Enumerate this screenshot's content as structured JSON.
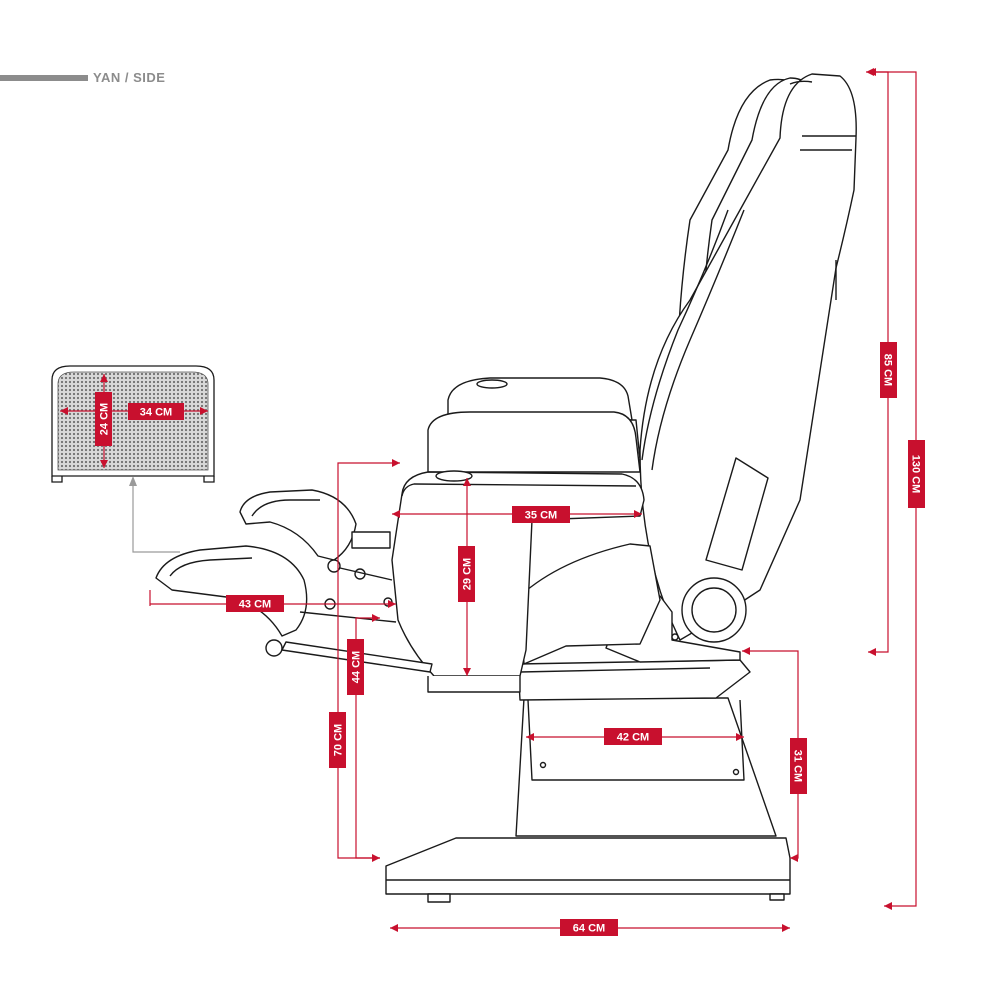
{
  "view_label": "YAN / SIDE",
  "colors": {
    "dimension": "#c8102e",
    "outline": "#1a1a1a",
    "header": "#8c8c8c",
    "mesh": "#8a8a8a",
    "leader": "#9a9a9a"
  },
  "dimensions": {
    "mesh_width": "34 CM",
    "mesh_height": "24 CM",
    "seat_depth": "35 CM",
    "seat_height": "29 CM",
    "footrest_length": "43 CM",
    "footrest_height": "44 CM",
    "front_height": "70 CM",
    "base_depth_upper": "42 CM",
    "base_height": "31 CM",
    "back_height": "85 CM",
    "total_height": "130 CM",
    "base_length": "64 CM"
  }
}
